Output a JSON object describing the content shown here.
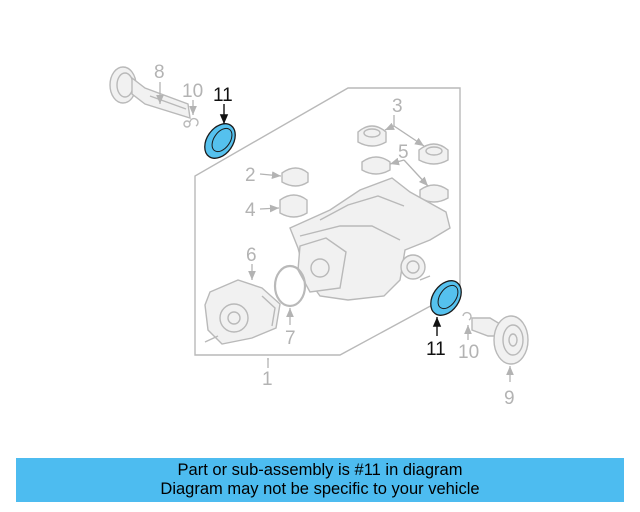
{
  "diagram": {
    "labels": {
      "l1": "1",
      "l2": "2",
      "l3": "3",
      "l4": "4",
      "l5": "5",
      "l6": "6",
      "l7": "7",
      "l8": "8",
      "l9": "9",
      "l10a": "10",
      "l10b": "10",
      "l11a": "11",
      "l11b": "11"
    },
    "highlight_color": "#55c1ee"
  },
  "banner": {
    "line1": "Part or sub-assembly is #11 in diagram",
    "line2": "Diagram may not be specific to your vehicle",
    "background": "#4dbcf0"
  }
}
